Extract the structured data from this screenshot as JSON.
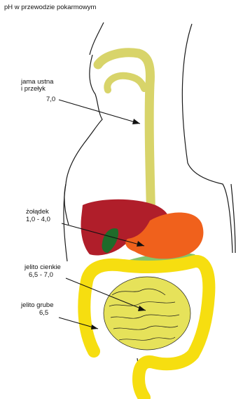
{
  "title": "pH w przewodzie pokarmowym",
  "labels": {
    "mouth": {
      "line1": "jama ustna",
      "line2": "i przełyk",
      "value": "7,0"
    },
    "stomach": {
      "line1": "żołądek",
      "value": "1,0 - 4,0"
    },
    "small_intestine": {
      "line1": "jelito cienkie",
      "value": "6,5 - 7,0"
    },
    "large_intestine": {
      "line1": "jelito grube",
      "value": "6,5"
    }
  },
  "colors": {
    "esophagus": "#d8d46a",
    "liver": "#b01e2a",
    "stomach": "#f0611c",
    "gallbladder": "#1f6b2a",
    "pancreas": "#84c46c",
    "small_intestine": "#e6e25a",
    "large_intestine": "#f6de10",
    "outline": "#1a1a1a"
  }
}
